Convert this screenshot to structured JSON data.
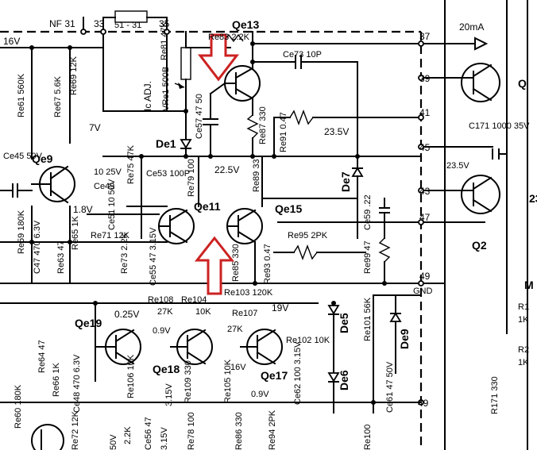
{
  "schematic": {
    "transistors": [
      {
        "id": "Qe13",
        "label": "Qe13"
      },
      {
        "id": "Qe9",
        "label": "Qe9"
      },
      {
        "id": "Qe11",
        "label": "Qe11"
      },
      {
        "id": "Qe15",
        "label": "Qe15"
      },
      {
        "id": "Qe19",
        "label": "Qe19"
      },
      {
        "id": "Qe18",
        "label": "Qe18"
      },
      {
        "id": "Qe17",
        "label": "Qe17"
      },
      {
        "id": "Q2",
        "label": "Q2"
      },
      {
        "id": "Q",
        "label": "Q"
      }
    ],
    "terminals": {
      "t31": "NF 31",
      "t33": "33",
      "t35": "35",
      "t37": "37",
      "t39": "39",
      "t41": "41",
      "t45": "45",
      "t43": "43",
      "t47": "47",
      "t49a": "49",
      "gnd": "GND",
      "t49b": "49"
    },
    "top": {
      "thermistor": "51 - 31",
      "re81": "Re81 47K",
      "ic_adj": "Ic ADJ.",
      "vre1": "VRe1 500B",
      "re83": "Re83 2.2K",
      "ce73": "Ce73 10P",
      "current": "20mA",
      "re87": "Re87 330",
      "ce57": "Ce57 47 50",
      "re91": "Re91 0.47",
      "v235": "23.5V",
      "c171": "C171 1000 35V",
      "v235b": "23.5V",
      "de1": "De1",
      "de7": "De7"
    },
    "left": {
      "v16": "16V",
      "re61": "Re61 560K",
      "re67": "Re67 5.6K",
      "re69": "Re69 12K",
      "v7": "7V",
      "ce45": "Ce45 50V",
      "ce49": "Ce49",
      "ce49v": "10 25V",
      "re75": "Re75 47K",
      "ce51": "Ce51 10 50V",
      "v18": "1.8V",
      "re71": "Re71 12K",
      "re59": "Re59 180K",
      "c47": "C47 470 6.3V",
      "re65": "Re65 1K",
      "re63": "Re63 47",
      "re79": "Re79 100",
      "ce53": "Ce53 100P",
      "v225": "22.5V",
      "re89": "Re89 33",
      "re73": "Re73 2.2K",
      "ce55": "Ce55 47 3.15V",
      "re85": "Re85 330",
      "re93": "Re93 0.47",
      "re95": "Re95 2PK",
      "ce59": "Ce59 .22",
      "re99": "Re99 47"
    },
    "bottom": {
      "re108": "Re108",
      "re104": "Re104",
      "re103": "Re103 120K",
      "v19": "19V",
      "v025": "0.25V",
      "r27k_a": "27K",
      "r10k": "10K",
      "v09a": "0.9V",
      "re107": "Re107",
      "r27k_b": "27K",
      "re102": "Re102 10K",
      "re101": "Re101 56K",
      "de5": "De5",
      "de9": "De9",
      "de6": "De6",
      "re106": "Re106 10K",
      "re109": "Re109 330",
      "re105": "Re105 10K",
      "v16b": "16V",
      "v09b": "0.9V",
      "ce62": "Ce62 100 3.15V",
      "ce61": "Ce61 47 50V",
      "v315": "3.15V",
      "re64": "Re64 47",
      "re66": "Re66 1K",
      "re60": "Re60 180K",
      "ce48": "Ce48 470 6.3V",
      "re72": "Re72 12K",
      "re78": "Re78 100",
      "ce56": "Ce56 47",
      "r22k": "2.2K",
      "v50": "50V",
      "re86": "Re86 330",
      "re94": "Re94 2PK",
      "re100": "Re100",
      "r171": "R171 330",
      "ce56v": "3.15V"
    },
    "right": {
      "v23": "23",
      "m": "M",
      "r1": "R1",
      "r1k": "1K",
      "r2": "R2",
      "r2k": "1K"
    }
  }
}
